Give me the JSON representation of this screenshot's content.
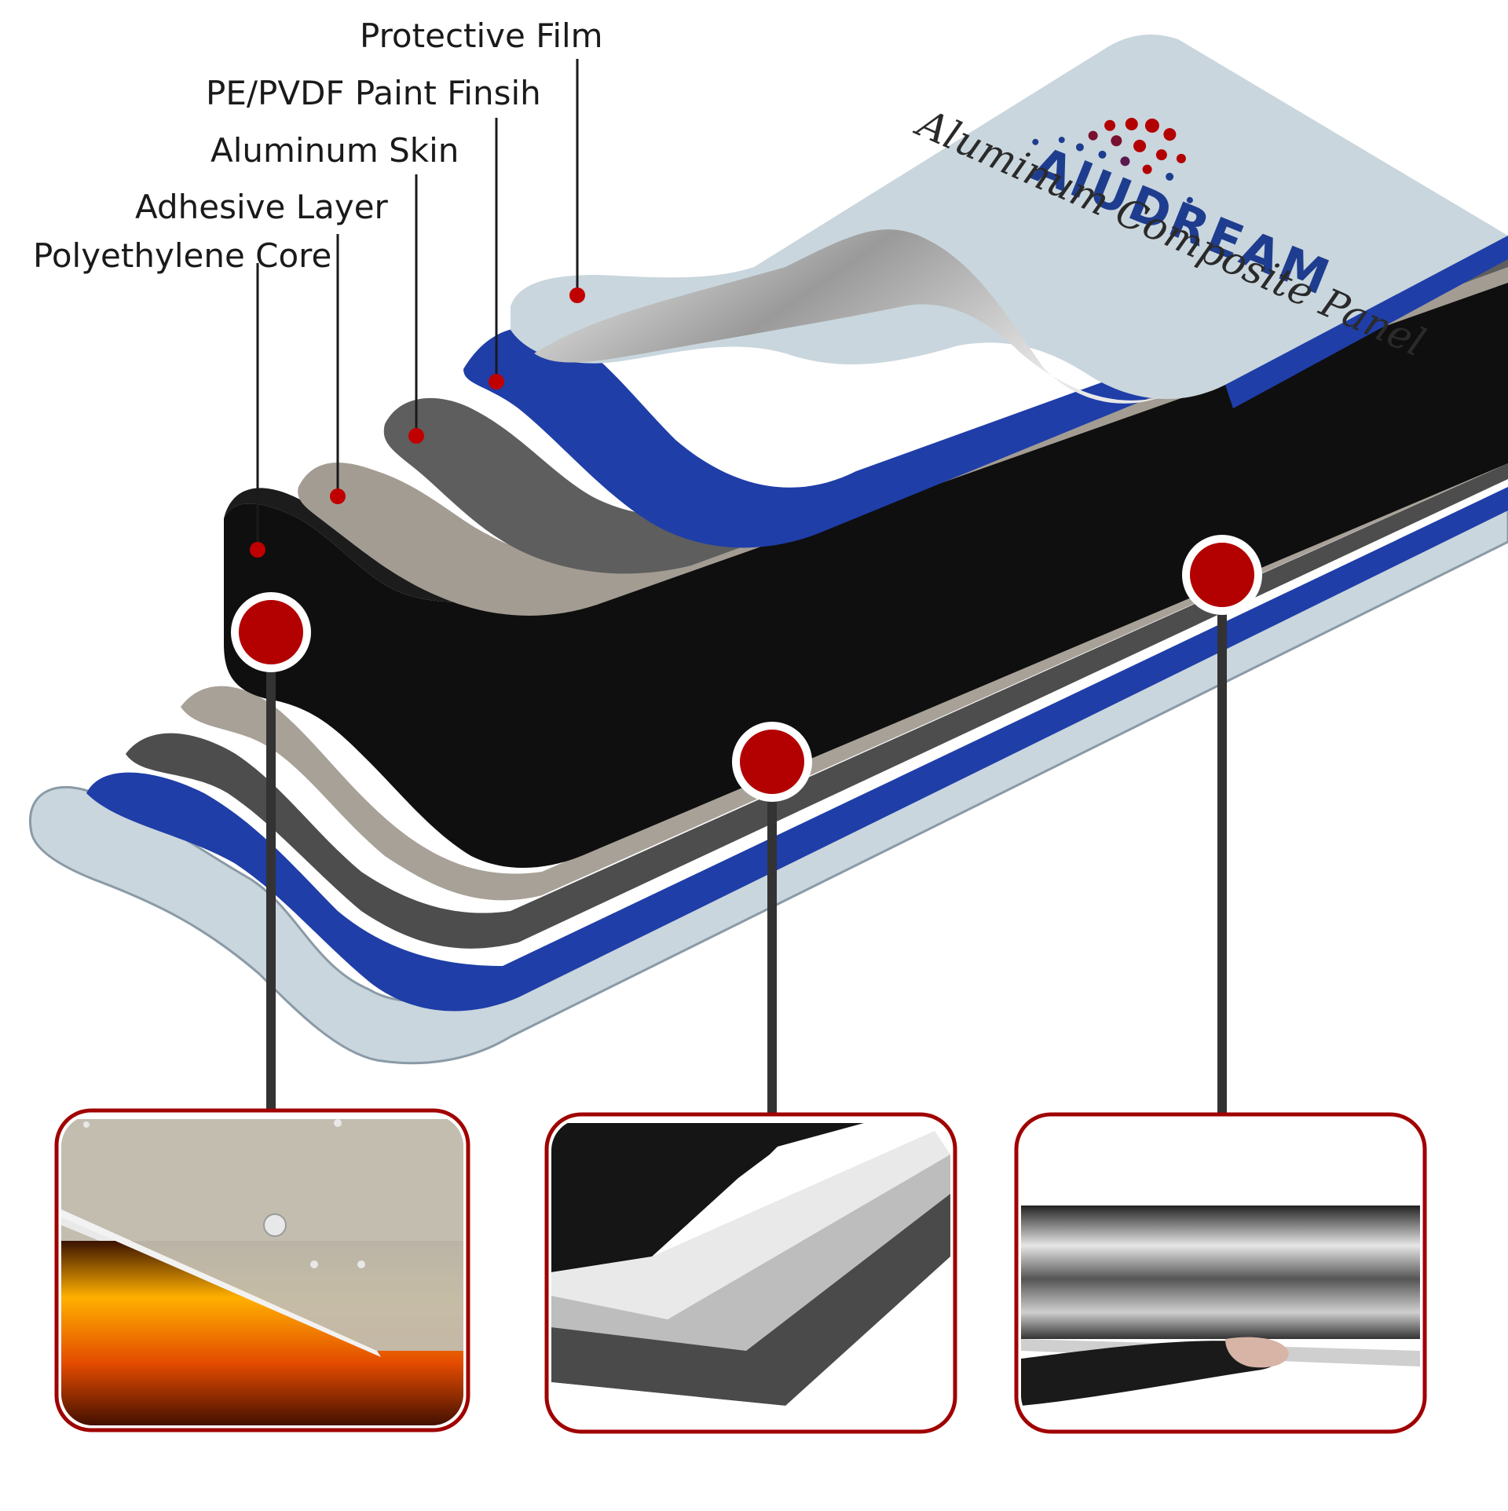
{
  "layer_labels": {
    "protective_film": "Protective Film",
    "paint_finish": "PE/PVDF Paint Finsih",
    "aluminum_skin": "Aluminum Skin",
    "adhesive_layer": "Adhesive Layer",
    "polyethylene_core": "Polyethylene Core"
  },
  "brand": {
    "name": "AlUDREAM",
    "tagline": "Aluminum Composite Panel"
  },
  "colors": {
    "film": "#c9d6dd",
    "paint": "#1f3ea8",
    "skin": "#5a5a5a",
    "adhesive": "#9a938a",
    "core": "#111111",
    "callout_red": "#b30000"
  },
  "icons": [
    "fire-resistance-photo-icon",
    "layer-edge-photo-icon",
    "flexibility-photo-icon"
  ]
}
